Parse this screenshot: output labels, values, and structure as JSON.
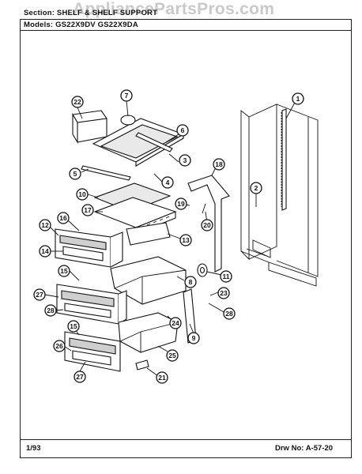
{
  "header": {
    "section_line": "Section: SHELF  & SHELF SUPPORT",
    "models_line": "Models: GS22X9DV  GS22X9DA"
  },
  "watermark": "AppliancePartsPros.com",
  "footer": {
    "date": "1/93",
    "drawing_number": "Drw  No:  A-57-20"
  },
  "callouts": [
    "1",
    "2",
    "3",
    "4",
    "5",
    "6",
    "7",
    "8",
    "9",
    "10",
    "11",
    "12",
    "13",
    "14",
    "15",
    "15",
    "16",
    "17",
    "18",
    "19",
    "20",
    "21",
    "22",
    "23",
    "24",
    "25",
    "26",
    "27",
    "27",
    "28",
    "28"
  ]
}
